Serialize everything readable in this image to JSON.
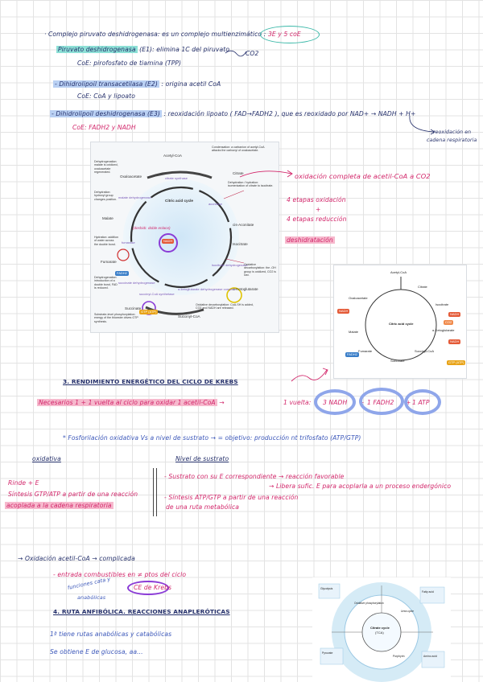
{
  "notes": {
    "l1_pre": "· Complejo piruvato deshidrogenasa: es un complejo multienzimático :",
    "l1_tag": "3E y 5 coE",
    "l2_hl": "Piruvato deshidrogenasa",
    "l2_rest": "(E1): elimina 1C del piruvato",
    "l2_co2": "CO2",
    "l3": "CoE: pirofosfato de tiamina (TPP)",
    "l4_hl": "- Dihidrolipoil transacetilasa (E2)",
    "l4_rest": ": origina acetil CoA",
    "l5": "CoE: CoA y lipoato",
    "l6_hl": "- Dihidrolipoil deshidrogenasa (E3)",
    "l6_rest": ": reoxidación lipoato ( FAD→FADH2 ), que es reoxidado por NAD+ → NADH + H+",
    "l7": "CoE: FADH2 y NADH",
    "l7_note1": "reoxidación en",
    "l7_note2": "cadena respiratoria"
  },
  "side": {
    "oxid": "oxidación completa de acetil-CoA a CO2",
    "ox4": "4 etapas oxidación",
    "plus": "+",
    "red4": "4 etapas reducción",
    "hidr": "deshidratación"
  },
  "figure1": {
    "center_title": "Citric acid cycle",
    "acetyl": "Acetyl-CoA",
    "oxalo": "Oxaloacetate",
    "citrate": "Citrate",
    "cis": "cis-Aconitate",
    "isocitrate": "Isocitrate",
    "aketo": "α-Ketoglutarate",
    "succcoa": "Succinyl-CoA",
    "succinate": "Succinate",
    "fumarate": "Fumarate",
    "malate": "Malate",
    "enz_cs": "citrate synthase",
    "enz_aco": "aconitase",
    "enz_idh": "isocitrate dehydrogenase",
    "enz_akg": "α-ketoglutarate dehydrogenase complex",
    "enz_scs": "succinyl-CoA synthetase",
    "enz_sdh": "succinate dehydrogenase",
    "enz_fum": "fumarase",
    "enz_mdh": "malate dehydrogenase",
    "nadh": "NADH",
    "fadh2": "FADH2",
    "gtp": "GTP (ATP)",
    "annot_pink": "(deshidr. doble enlace)",
    "b1": "Condensation: a carbanion of acetyl-CoA attacks the carbonyl of oxaloacetate.",
    "b2": "Dehydration / hydration: isomerization of citrate to isocitrate.",
    "b3": "Oxidative decarboxylation: the -OH group is oxidized, CO2 is lost.",
    "b4": "Oxidative decarboxylation: CoA-SH is added, CO2 and NADH are released.",
    "b5": "Substrate-level phosphorylation: energy of the thioester drives GTP synthesis.",
    "b6": "Dehydrogenation: introduction of a double bond, FAD is reduced.",
    "b7": "Hydration: addition of water across the double bond.",
    "b8": "Dehydrogenation: malate is oxidized, oxaloacetate regenerated.",
    "b9": "Dehydration: hydroxyl group changes position."
  },
  "figure2": {
    "acetyl": "Acetyl-CoA",
    "citrate": "Citrate",
    "isocitrate": "Isocitrate",
    "oxalo": "Oxaloacetate",
    "center": "Citric acid cycle",
    "malate": "Malate",
    "fumarate": "Fumarate",
    "succinate": "Succinate",
    "succcoa": "Succinyl-CoA",
    "aketo": "α-Ketoglutarate",
    "nadh": "NADH",
    "fadh2": "FADH2",
    "co2": "CO2",
    "gtp": "GTP (ATP)"
  },
  "sec3": {
    "title": "3. RENDIMIENTO ENERGÉTICO DEL CICLO DE KREBS",
    "line_hl": "Necesarios 1 + 1 vuelta al ciclo para oxidar 1 acetil-CoA",
    "arrow": "→",
    "yield_pre": "1 vuelta:",
    "yield1": "3 NADH",
    "plus": "+",
    "yield2": "1 FADH2",
    "yield3": "1 ATP",
    "fosfo": "* Fosforilación oxidativa Vs a nivel de sustrato → = objetivo: producción nt trifosfato (ATP/GTP)",
    "col1": "oxidativa",
    "col2": "Nivel de sustrato",
    "left1": "Rinde + E",
    "left2": "Síntesis GTP/ATP a partir de una reacción",
    "left3_hl": "acoplada a la cadena respiratoria",
    "r1": "- Sustrato con su E correspondiente → reacción favorable",
    "r2": "→ Libera sufic. E para acoplarla a un proceso endergónico",
    "r3": "- Síntesis ATP/GTP a partir de una reacción",
    "r4": "de una ruta metabólica"
  },
  "sec4": {
    "l1": "→ Oxidación acetil-CoA → complicada",
    "l2": "- entrada combustibles en ≠ ptos del ciclo",
    "note1": "funciones cata y",
    "note2": "anabólicas",
    "circ": "CE de Krebs",
    "title": "4. RUTA ANFIBÓLICA. REACCIONES ANAPLERÓTICAS",
    "l4": "1ª tiene rutas anabólicas y catabólicas",
    "l5": "Se obtiene E de glucosa, aa..."
  },
  "figure3": {
    "center": "Citrate cycle",
    "sub": "(TCA)",
    "s1": "Glycolysis",
    "s2": "Fatty acid",
    "s3": "Amino acid",
    "s4": "Pyruvate",
    "s5": "Oxidative phosphorylation",
    "s6": "Urea cycle",
    "s7": "Porphyrin"
  }
}
